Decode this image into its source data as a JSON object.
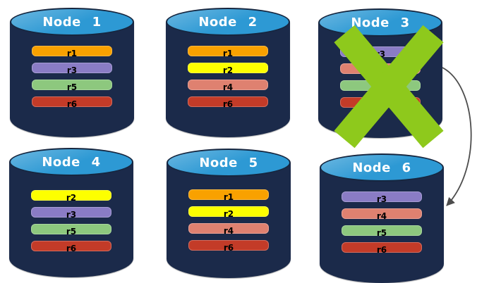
{
  "diagram": {
    "description": "Replica distribution across six database nodes with Node 3 failed and its replicas redirected to Node 6",
    "nodes": [
      {
        "id": "node-1",
        "label": "Node 1",
        "failed": false,
        "replicas": [
          "r1",
          "r3",
          "r5",
          "r6"
        ]
      },
      {
        "id": "node-2",
        "label": "Node 2",
        "failed": false,
        "replicas": [
          "r1",
          "r2",
          "r4",
          "r6"
        ]
      },
      {
        "id": "node-3",
        "label": "Node 3",
        "failed": true,
        "replicas": [
          "r3",
          "r4",
          "r5",
          "r6"
        ]
      },
      {
        "id": "node-4",
        "label": "Node 4",
        "failed": false,
        "replicas": [
          "r2",
          "r3",
          "r5",
          "r6"
        ]
      },
      {
        "id": "node-5",
        "label": "Node 5",
        "failed": false,
        "replicas": [
          "r1",
          "r2",
          "r4",
          "r6"
        ]
      },
      {
        "id": "node-6",
        "label": "Node 6",
        "failed": false,
        "replicas": [
          "r3",
          "r4",
          "r5",
          "r6"
        ]
      }
    ],
    "replica_colors": {
      "r1": "#F9A100",
      "r2": "#FDFF00",
      "r3": "#8A7CC5",
      "r4": "#DF8170",
      "r5": "#8DC87E",
      "r6": "#C33B28"
    },
    "colors": {
      "cylinder_top": "#2D99D4",
      "cylinder_body": "#1B2A4A",
      "fail_mark": "#8EC91C",
      "arrow": "#4D4D4D",
      "bar_text": "#000000",
      "title_text": "#FFFFFF"
    },
    "failover_arrow": {
      "from": "Node 3",
      "to": "Node 6"
    }
  }
}
